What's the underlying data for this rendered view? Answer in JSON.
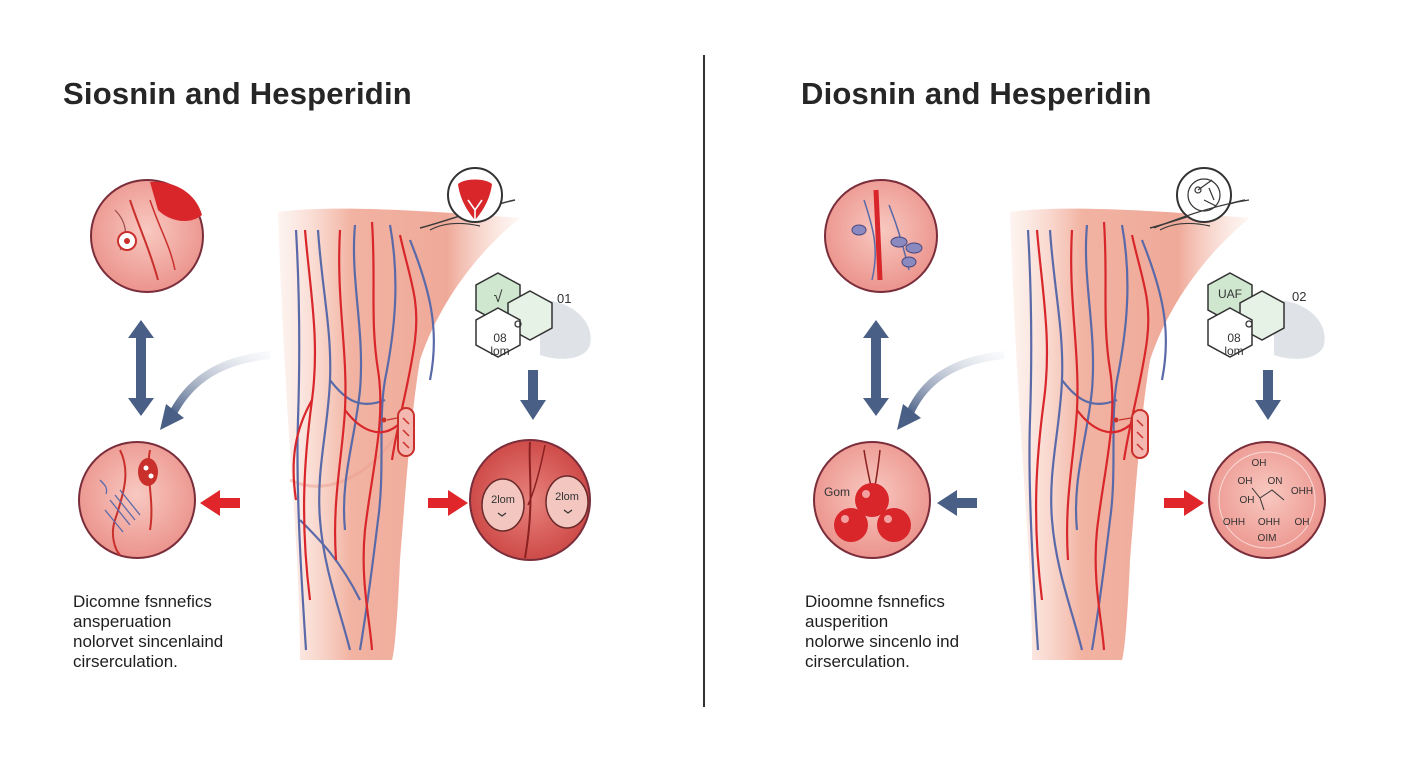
{
  "colors": {
    "artery": "#d8262b",
    "vein": "#5a6aa8",
    "skin": "#f2b6a4",
    "circle_fill": "#f1a6a0",
    "circle_stroke": "#7a2d3a",
    "arrow_blue": "#4a5f86",
    "arrow_red": "#e0262a",
    "molecule_green": "#cfe7cf"
  },
  "panels": [
    {
      "title": "Siosnin and Hesperidin",
      "molecule": {
        "number": "01",
        "label_top": "08",
        "label_bottom": "lom",
        "inner": "√"
      },
      "right_circle_labels": [
        "2lom",
        "2lom"
      ],
      "left_circle_label": "",
      "caption_lines": [
        "Dicomne fsnnefics",
        "ansperuation",
        "nolorvet sincenlaind",
        "cirserculation."
      ]
    },
    {
      "title": "Diosnin and Hesperidin",
      "molecule": {
        "number": "02",
        "label_top": "08",
        "label_bottom": "lom",
        "inner": "UAF"
      },
      "right_circle_labels": [
        "OH",
        "OH",
        "ON",
        "OHH",
        "OHH",
        "OHH",
        "OH",
        "OIM",
        "OH"
      ],
      "left_circle_label": "Gom",
      "caption_lines": [
        "Dioomne fsnnefics",
        "ausperition",
        "nolorwe sincenlo ind",
        "cirserculation."
      ]
    }
  ]
}
